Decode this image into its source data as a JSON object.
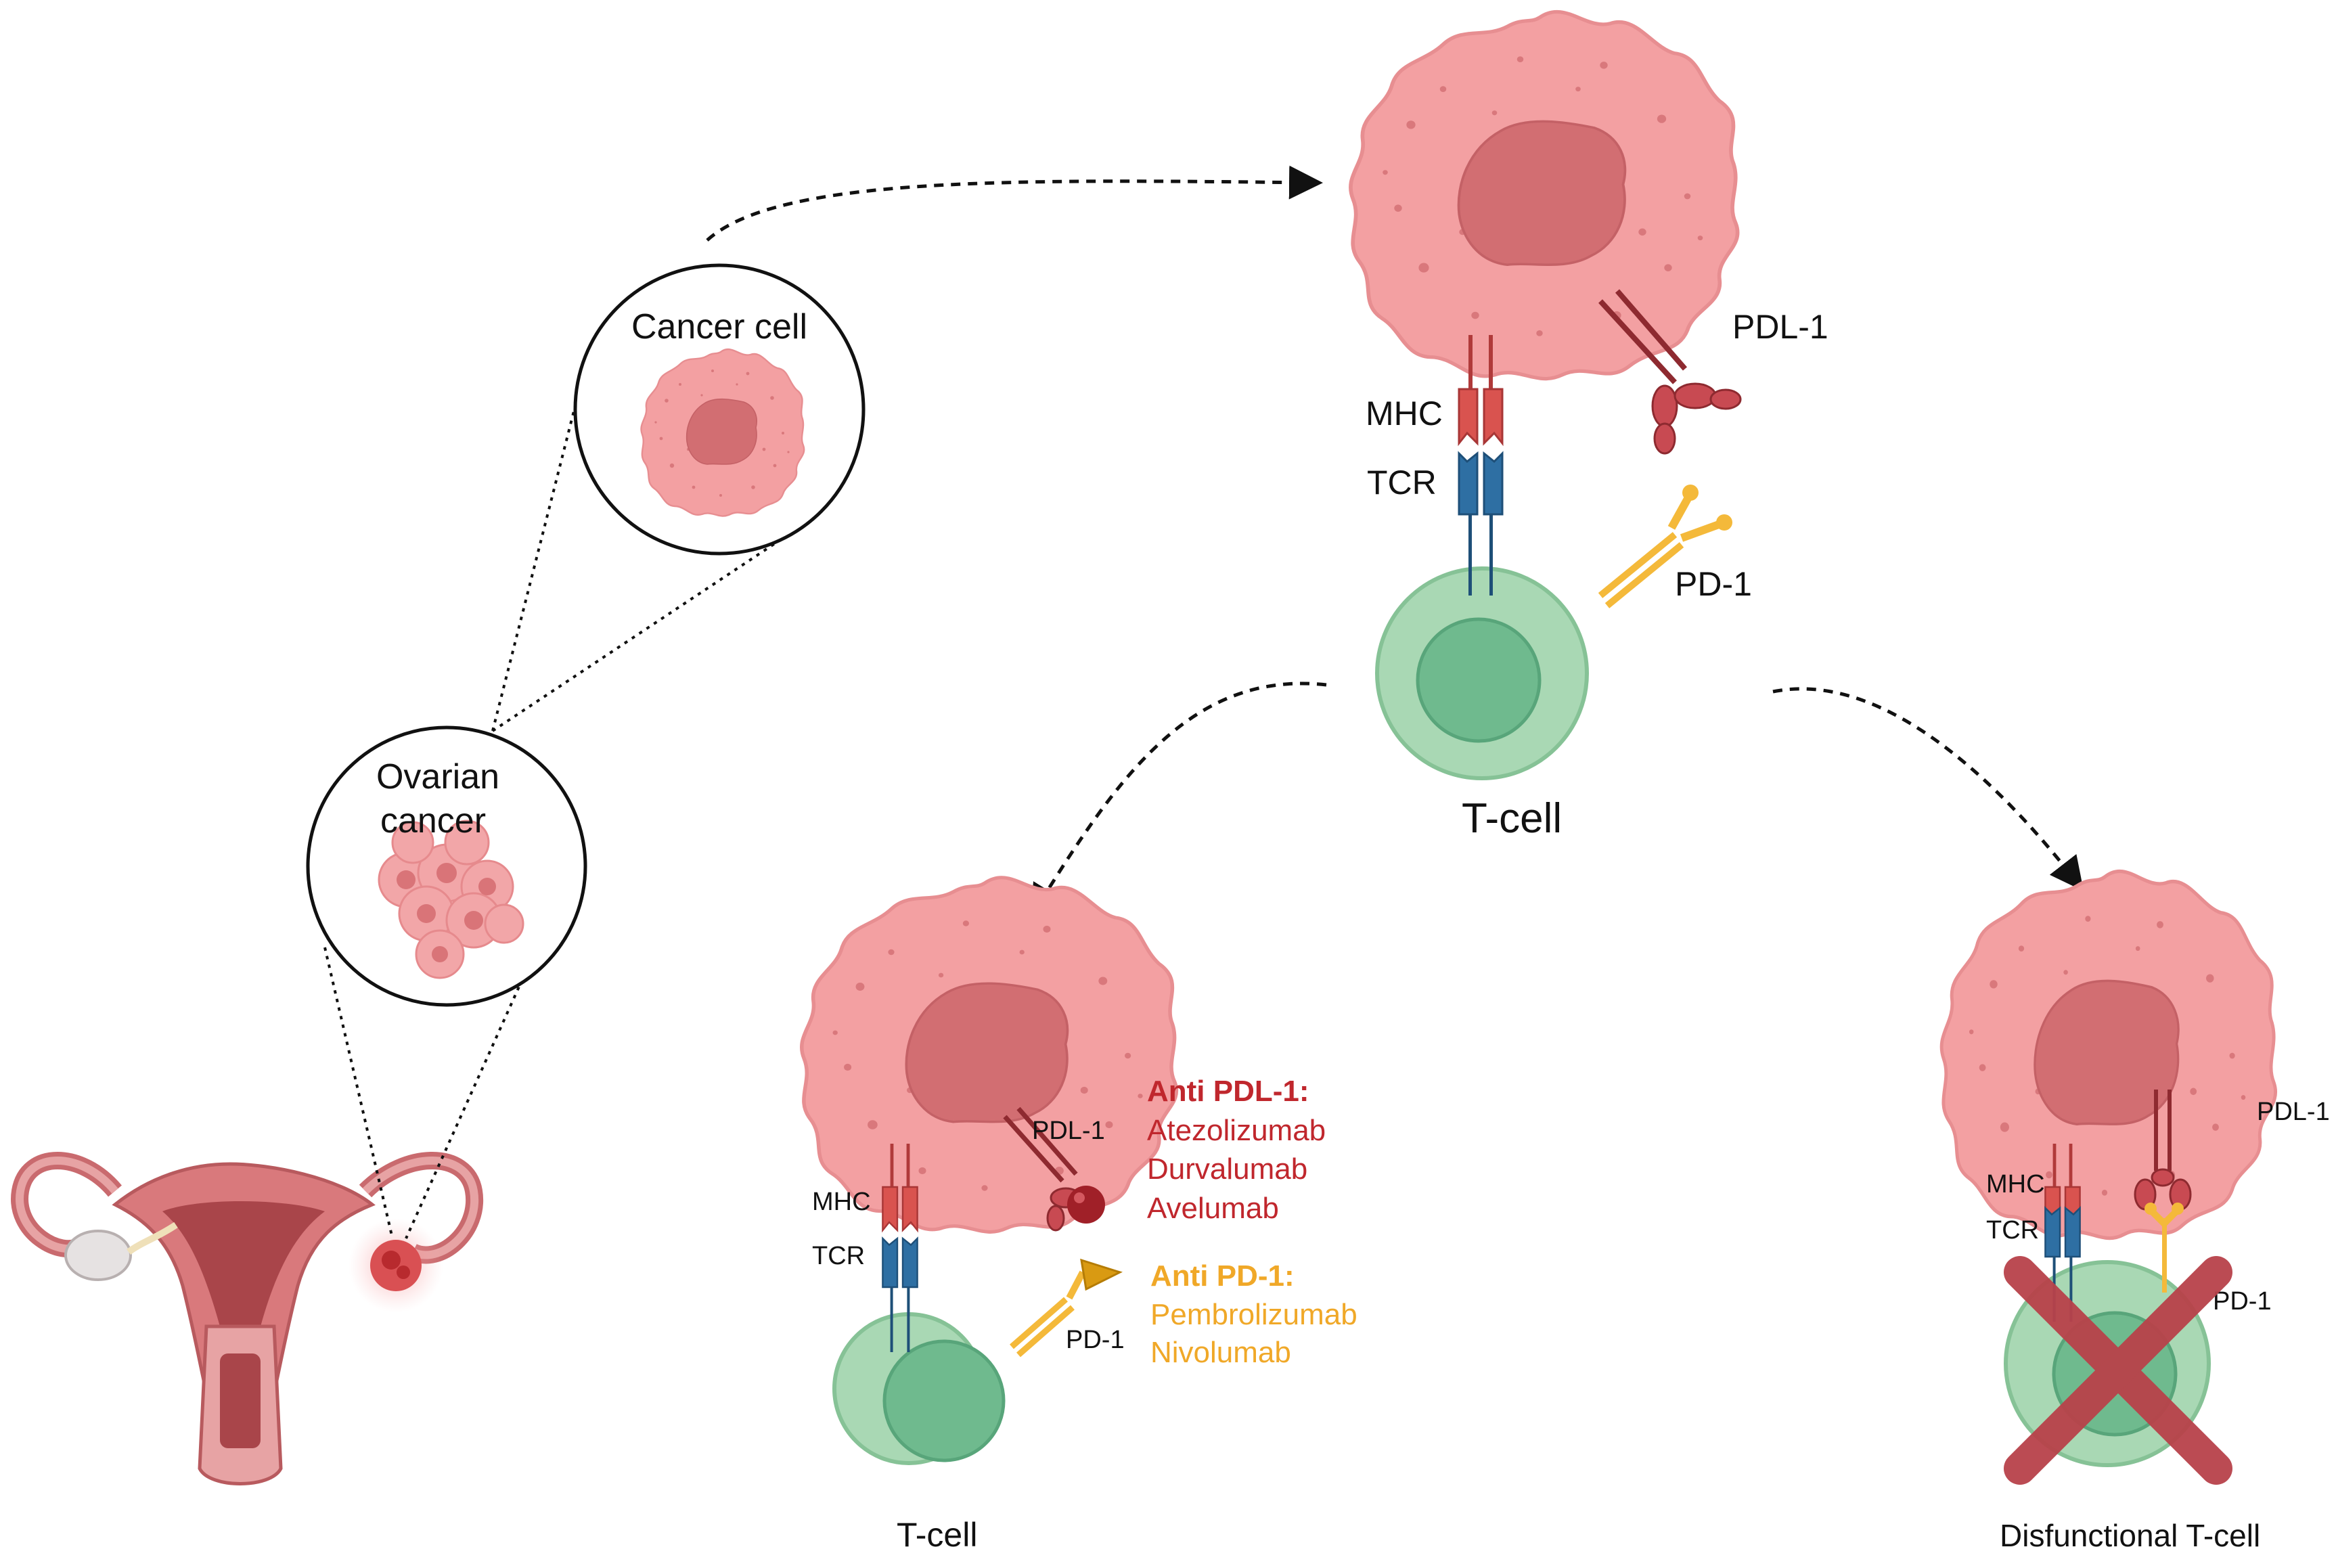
{
  "labels": {
    "cancer_cell": "Cancer cell",
    "ovarian_cancer_line1": "Ovarian",
    "ovarian_cancer_line2": "cancer"
  },
  "top_panel": {
    "pdl1": "PDL-1",
    "mhc": "MHC",
    "tcr": "TCR",
    "pd1": "PD-1",
    "tcell": "T-cell"
  },
  "treated_panel": {
    "pdl1": "PDL-1",
    "mhc": "MHC",
    "tcr": "TCR",
    "pd1": "PD-1",
    "tcell": "T-cell",
    "anti_pdl1": {
      "title": "Anti PDL-1:",
      "drugs": [
        "Atezolizumab",
        "Durvalumab",
        "Avelumab"
      ]
    },
    "anti_pd1": {
      "title": "Anti PD-1:",
      "drugs": [
        "Pembrolizumab",
        "Nivolumab"
      ]
    }
  },
  "dysfunctional_panel": {
    "pdl1": "PDL-1",
    "mhc": "MHC",
    "tcr": "TCR",
    "pd1": "PD-1",
    "tcell": "Disfunctional T-cell"
  },
  "colors": {
    "cancer_cell": "#f3a0a2",
    "cancer_nucleus": "#d26e72",
    "tcell_outer": "#a9d8b4",
    "tcell_inner": "#6fba8e",
    "mhc": "#d9534f",
    "tcr": "#2e6fa3",
    "pdl1": "#8e2a30",
    "pd1": "#f4b93a",
    "anti_pdl1_text": "#c0272d",
    "anti_pd1_text": "#f0a828",
    "cross": "#b8424a"
  }
}
